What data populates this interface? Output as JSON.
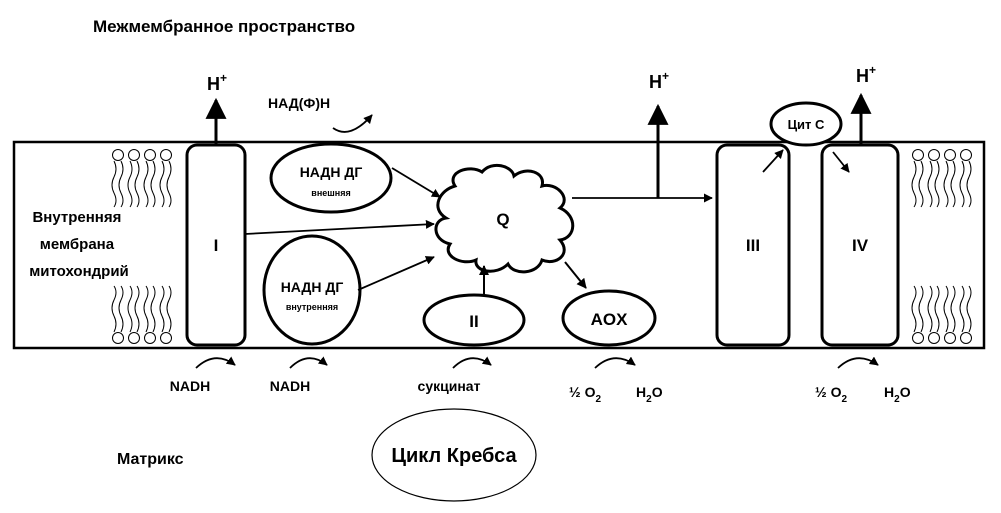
{
  "labels": {
    "intermembrane_space": "Межмембранное пространство",
    "inner_membrane": [
      "Внутренняя",
      "мембрана",
      "митохондрий"
    ],
    "matrix": "Матрикс",
    "krebs_cycle": "Цикл Кребса",
    "nadph": "НАД(Ф)Н",
    "proton": "H",
    "proton_sup": "+",
    "complex_1": "I",
    "complex_2": "II",
    "complex_3": "III",
    "complex_4": "IV",
    "quinone": "Q",
    "aox": "AOX",
    "cyt_c": "Цит С",
    "nadh_dh_external": [
      "НАДН ДГ",
      "внешняя"
    ],
    "nadh_dh_internal": [
      "НАДН ДГ",
      "внутренняя"
    ],
    "nadh_1": "NADH",
    "nadh_2": "NADH",
    "succinate": "сукцинат",
    "half_o2_aox": "½ O",
    "half_o2_aox_sub": "2",
    "h2o_aox": "H",
    "h2o_aox_sub": "2",
    "h2o_aox_tail": "O",
    "half_o2_iv": "½ O",
    "half_o2_iv_sub": "2",
    "h2o_iv": "H",
    "h2o_iv_sub": "2",
    "h2o_iv_tail": "O"
  }
}
